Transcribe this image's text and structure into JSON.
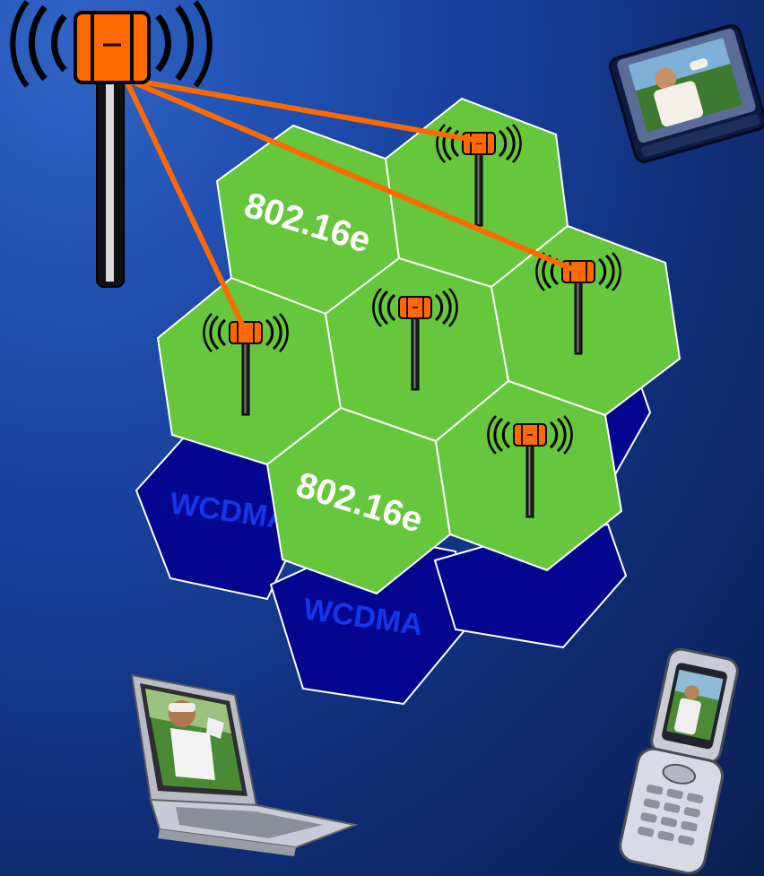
{
  "cells": {
    "wimax_label": "802.16e",
    "wimax_label_2": "802.16e",
    "wcdma_label": "WCDMA",
    "wcdma_label_2": "WCDMA"
  },
  "colors": {
    "wimax_cell": "#66c63c",
    "wcdma_cell": "#05068f",
    "link": "#ff6a00",
    "tower_body": "#ff6a00"
  },
  "icons": [
    "macro-tower-icon",
    "small-tower-icon",
    "tablet-device-icon",
    "laptop-device-icon",
    "flip-phone-icon"
  ]
}
